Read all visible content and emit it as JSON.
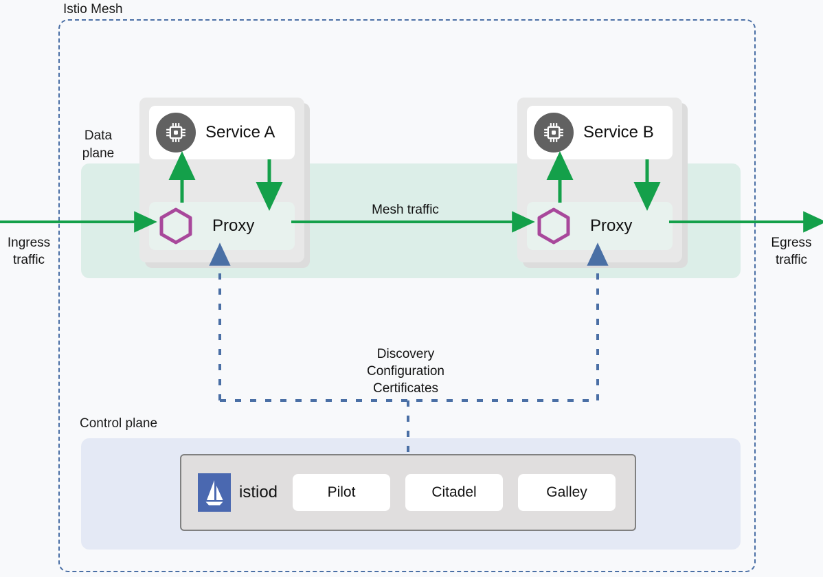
{
  "diagram": {
    "title": "Istio Mesh",
    "planes": {
      "data_plane_label": "Data\nplane",
      "control_plane_label": "Control plane"
    },
    "traffic": {
      "ingress_label": "Ingress\ntraffic",
      "egress_label": "Egress\ntraffic",
      "mesh_label": "Mesh traffic"
    },
    "control_channel_label": "Discovery\nConfiguration\nCertificates",
    "pods": [
      {
        "service_name": "Service A",
        "service_icon": "chip-icon",
        "proxy_name": "Proxy",
        "proxy_icon": "hexagon-icon"
      },
      {
        "service_name": "Service B",
        "service_icon": "chip-icon",
        "proxy_name": "Proxy",
        "proxy_icon": "hexagon-icon"
      }
    ],
    "control_plane": {
      "istiod_label": "istiod",
      "istiod_icon": "istio-sail-logo",
      "components": [
        {
          "label": "Pilot"
        },
        {
          "label": "Citadel"
        },
        {
          "label": "Galley"
        }
      ]
    },
    "colors": {
      "mesh_border": "#4a6fa5",
      "data_plane_band": "#dceee8",
      "control_plane_panel": "#e4e9f5",
      "traffic_arrow": "#14a04a",
      "config_line": "#4a6fa5",
      "pod_card": "#e8e8e8",
      "proxy_card": "#e8f2ee",
      "chip_circle": "#616161",
      "hexagon_stroke": "#a8489b",
      "istio_logo_bg": "#4a68b0",
      "istiod_box": "#e0dede",
      "background": "#f8f9fb"
    }
  }
}
